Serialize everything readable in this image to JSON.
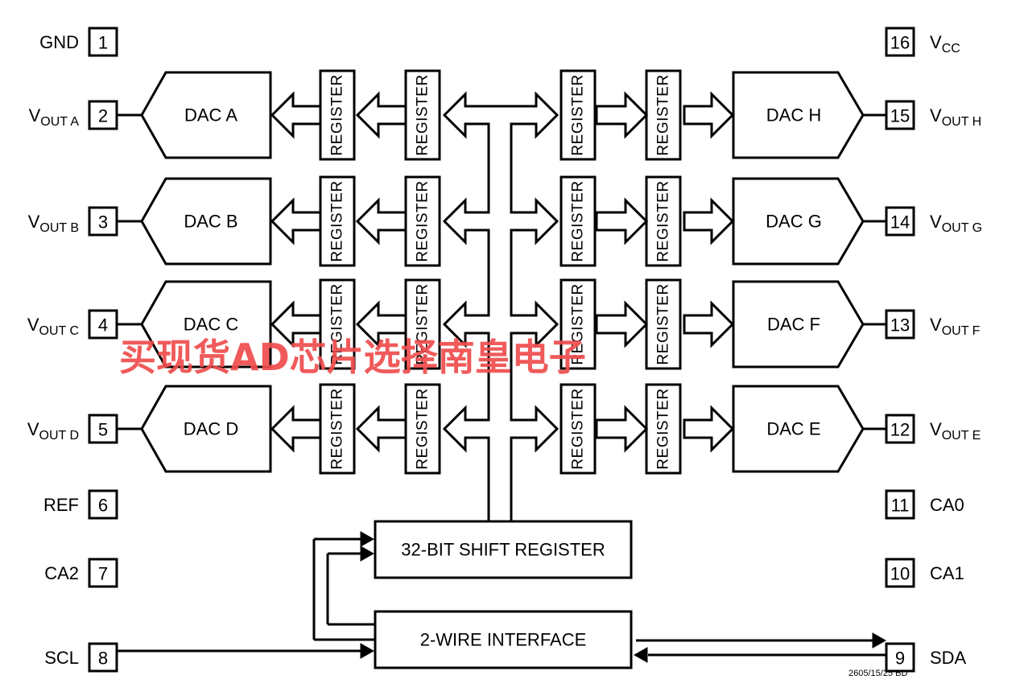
{
  "pins_left": [
    {
      "num": "1",
      "label": "GND",
      "sub": ""
    },
    {
      "num": "2",
      "label": "V",
      "sub": "OUT A"
    },
    {
      "num": "3",
      "label": "V",
      "sub": "OUT B"
    },
    {
      "num": "4",
      "label": "V",
      "sub": "OUT C"
    },
    {
      "num": "5",
      "label": "V",
      "sub": "OUT D"
    },
    {
      "num": "6",
      "label": "REF",
      "sub": ""
    },
    {
      "num": "7",
      "label": "CA2",
      "sub": ""
    },
    {
      "num": "8",
      "label": "SCL",
      "sub": ""
    }
  ],
  "pins_right": [
    {
      "num": "16",
      "label": "V",
      "sub": "CC"
    },
    {
      "num": "15",
      "label": "V",
      "sub": "OUT H"
    },
    {
      "num": "14",
      "label": "V",
      "sub": "OUT G"
    },
    {
      "num": "13",
      "label": "V",
      "sub": "OUT F"
    },
    {
      "num": "12",
      "label": "V",
      "sub": "OUT E"
    },
    {
      "num": "11",
      "label": "CA0",
      "sub": ""
    },
    {
      "num": "10",
      "label": "CA1",
      "sub": ""
    },
    {
      "num": "9",
      "label": "SDA",
      "sub": ""
    }
  ],
  "dacs_left": [
    "DAC A",
    "DAC B",
    "DAC C",
    "DAC D"
  ],
  "dacs_right": [
    "DAC H",
    "DAC G",
    "DAC F",
    "DAC E"
  ],
  "register_label": "REGISTER",
  "shift_register": "32-BIT SHIFT REGISTER",
  "interface": "2-WIRE INTERFACE",
  "footer_code": "2605/15/25 BD",
  "watermark": "买现货AD芯片选择南皇电子",
  "colors": {
    "line": "#000000",
    "watermark": "#ef4d4d"
  }
}
